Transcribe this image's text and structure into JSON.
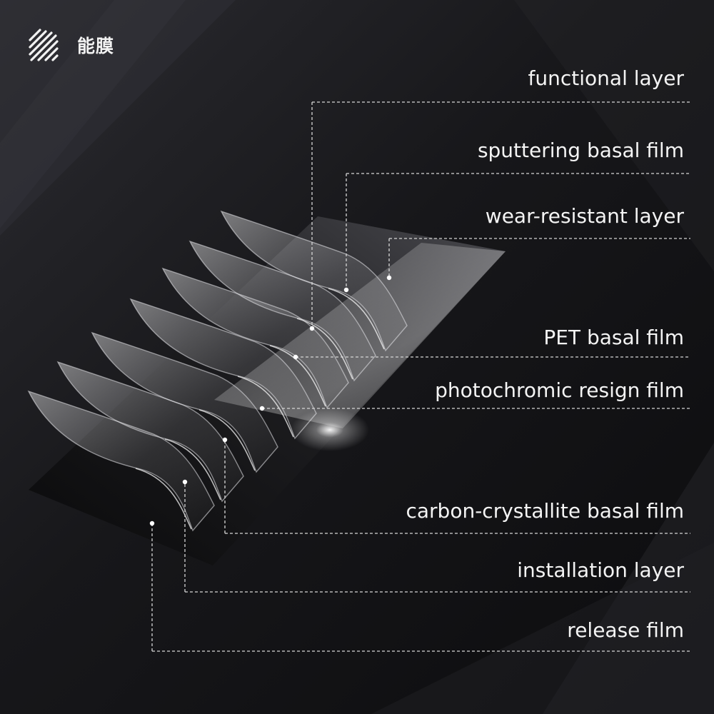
{
  "brand": {
    "name": "能膜",
    "icon": "diagonal-stripes-logo-icon"
  },
  "colors": {
    "background": "#151518",
    "text": "#f4f4f4",
    "leader": "#d6d6d6"
  },
  "layers": [
    {
      "name": "functional layer"
    },
    {
      "name": "sputtering basal film"
    },
    {
      "name": "wear-resistant layer"
    },
    {
      "name": "PET basal film"
    },
    {
      "name": "photochromic resign film"
    },
    {
      "name": "carbon-crystallite basal film"
    },
    {
      "name": "installation layer"
    },
    {
      "name": "release film"
    }
  ]
}
